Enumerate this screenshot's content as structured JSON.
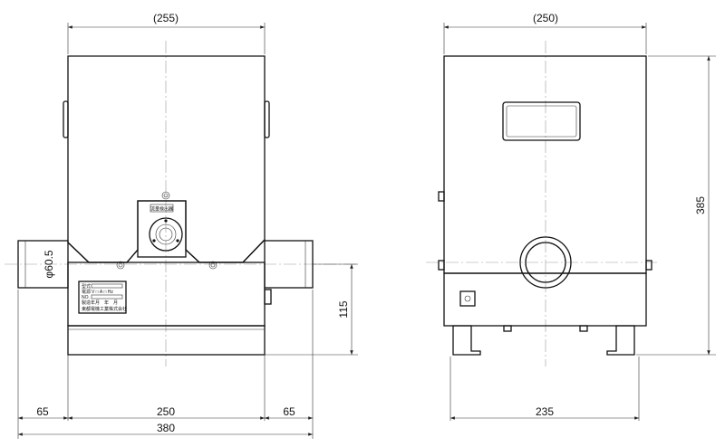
{
  "front_view": {
    "width_overall": "(255)",
    "pipe_diameter": "φ60.5",
    "height_lower": "115",
    "pipe_left": "65",
    "body_width": "250",
    "pipe_right": "65",
    "total_width": "380",
    "connector_label": "流量検出器",
    "nameplate": {
      "model": "型式",
      "power": "電源",
      "power_units": "V □ A □ Hz",
      "number": "NO.",
      "date": "製造年月　年　月",
      "maker": "東都電機工業株式会社"
    }
  },
  "side_view": {
    "width_overall": "(250)",
    "height_total": "385",
    "base_width": "235"
  }
}
